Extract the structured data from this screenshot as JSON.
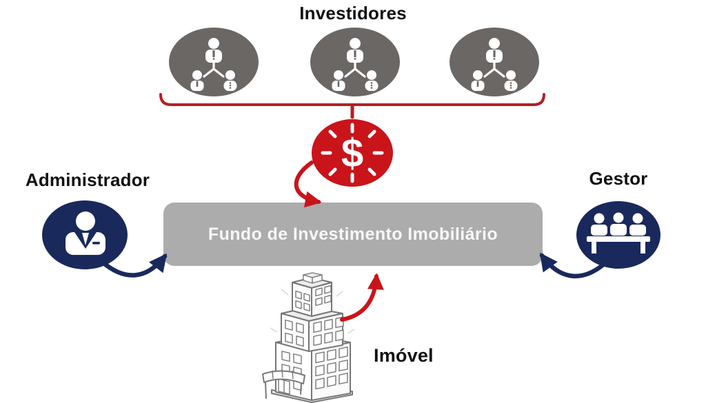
{
  "diagram": {
    "type": "flow-diagram",
    "subject": "FII structure",
    "background": "#FFFFFF"
  },
  "nodes": {
    "investors": {
      "label": "Investidores",
      "icon": "org-group-icon",
      "count": 3
    },
    "money": {
      "symbol": "$",
      "icon": "dollar-burst-icon"
    },
    "fund": {
      "label": "Fundo de Investimento Imobiliário"
    },
    "administrator": {
      "label": "Administrador",
      "icon": "businessman-icon"
    },
    "manager": {
      "label": "Gestor",
      "icon": "team-table-icon"
    },
    "property": {
      "label": "Imóvel",
      "icon": "building-sketch-icon"
    }
  },
  "edges": [
    {
      "from": "investors",
      "to": "money",
      "style": "brace",
      "color_key": "brace_red"
    },
    {
      "from": "money",
      "to": "fund",
      "style": "curved-arrow",
      "color_key": "money_red"
    },
    {
      "from": "administrator",
      "to": "fund",
      "style": "curved-arrow",
      "color_key": "navy_blue"
    },
    {
      "from": "manager",
      "to": "fund",
      "style": "curved-arrow",
      "color_key": "navy_blue"
    },
    {
      "from": "property",
      "to": "fund",
      "style": "curved-arrow",
      "color_key": "money_red"
    }
  ],
  "colors": {
    "investor_gray": "#6B6765",
    "money_red": "#C9141A",
    "brace_red": "#B32025",
    "navy_blue": "#19295C",
    "fund_box_gray": "#ACACAC",
    "fund_text": "#F7F7F7",
    "label_text": "#111111",
    "sketch_stroke": "#767676"
  }
}
